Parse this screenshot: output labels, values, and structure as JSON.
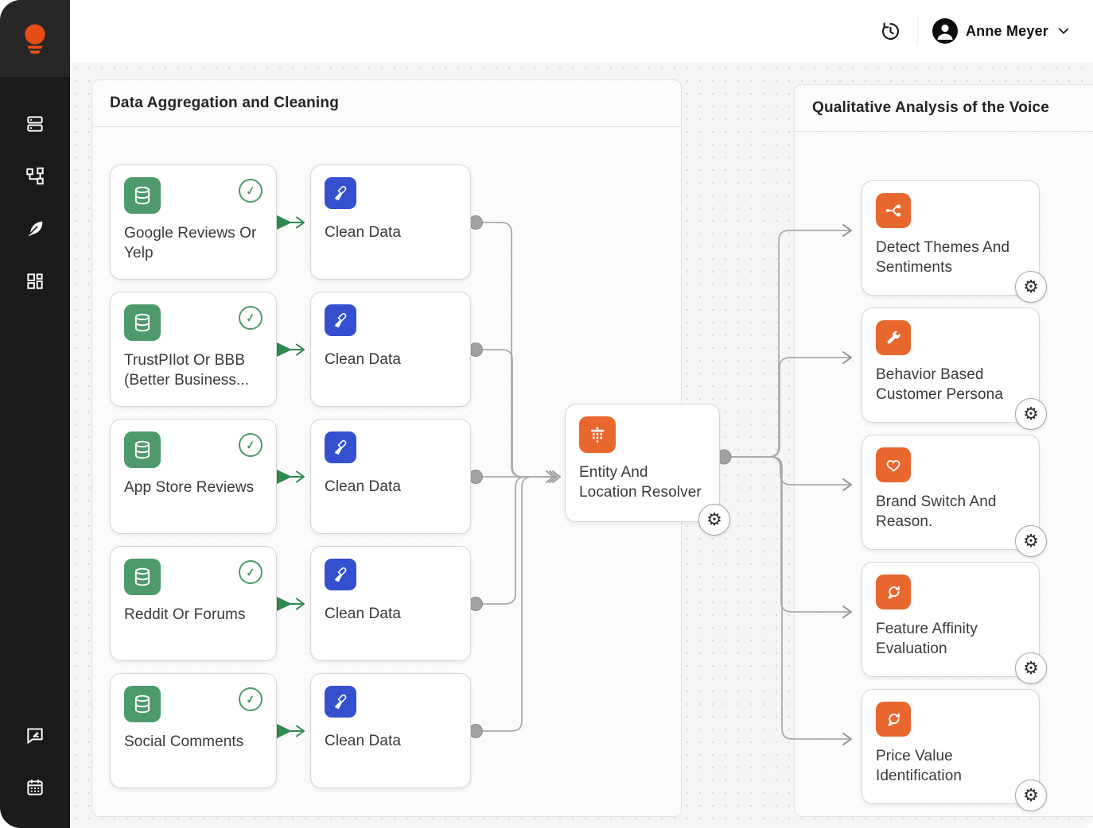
{
  "app": {
    "logo_icon": "lightbulb-icon"
  },
  "topbar": {
    "history_icon": "history-icon",
    "user": {
      "name": "Anne Meyer",
      "avatar_icon": "user-avatar-icon",
      "chevron_icon": "chevron-down-icon"
    }
  },
  "sidebar": {
    "top_items": [
      {
        "icon": "server-stack-icon"
      },
      {
        "icon": "workflow-tree-icon"
      },
      {
        "icon": "feather-icon"
      },
      {
        "icon": "dashboard-grid-icon"
      }
    ],
    "bottom_items": [
      {
        "icon": "message-edit-icon"
      },
      {
        "icon": "calendar-icon"
      }
    ]
  },
  "canvas": {
    "sections": [
      {
        "title": "Data Aggregation and Cleaning"
      },
      {
        "title": "Qualitative Analysis of the Voice"
      }
    ],
    "source_nodes": [
      {
        "label": "Google Reviews Or Yelp",
        "icon": "database-icon",
        "status_icon": "check-circle-icon"
      },
      {
        "label": "TrustPIlot Or BBB (Better Business...",
        "icon": "database-icon",
        "status_icon": "check-circle-icon"
      },
      {
        "label": "App Store Reviews",
        "icon": "database-icon",
        "status_icon": "check-circle-icon"
      },
      {
        "label": "Reddit Or Forums",
        "icon": "database-icon",
        "status_icon": "check-circle-icon"
      },
      {
        "label": "Social Comments",
        "icon": "database-icon",
        "status_icon": "check-circle-icon"
      }
    ],
    "clean_nodes": [
      {
        "label": "Clean Data",
        "icon": "broom-icon"
      },
      {
        "label": "Clean Data",
        "icon": "broom-icon"
      },
      {
        "label": "Clean Data",
        "icon": "broom-icon"
      },
      {
        "label": "Clean Data",
        "icon": "broom-icon"
      },
      {
        "label": "Clean Data",
        "icon": "broom-icon"
      }
    ],
    "resolver_node": {
      "label": "Entity And Location Resolver",
      "icon": "building-icon",
      "action_icon": "gear-icon"
    },
    "analysis_nodes": [
      {
        "label": "Detect Themes And Sentiments",
        "icon": "branch-split-icon",
        "action_icon": "gear-icon"
      },
      {
        "label": "Behavior Based Customer Persona",
        "icon": "wrench-icon",
        "action_icon": "gear-icon"
      },
      {
        "label": "Brand Switch And Reason.",
        "icon": "heart-bubble-icon",
        "action_icon": "gear-icon"
      },
      {
        "label": "Feature Affinity Evaluation",
        "icon": "refresh-bubble-icon",
        "action_icon": "gear-icon"
      },
      {
        "label": "Price Value Identification",
        "icon": "refresh-bubble-icon",
        "action_icon": "gear-icon"
      }
    ],
    "colors": {
      "source_accent": "#4e9a6b",
      "clean_accent": "#3450cf",
      "analysis_accent": "#e8672e",
      "logo_accent": "#e84c15",
      "connector_green": "#2e8a4e",
      "connector_gray": "#ababab"
    }
  }
}
